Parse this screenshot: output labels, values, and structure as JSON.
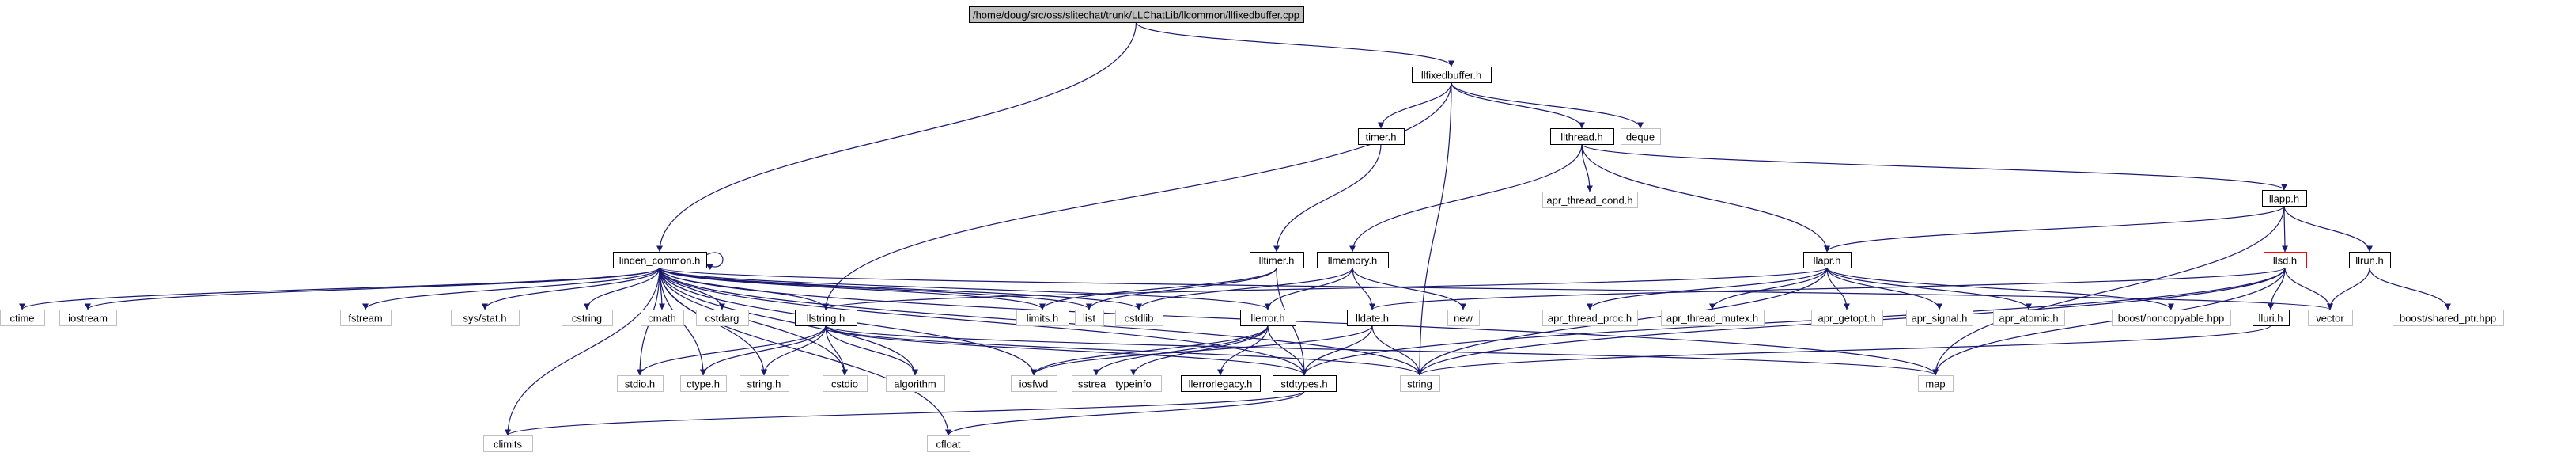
{
  "nodes": [
    {
      "id": "root",
      "label": "/home/doug/src/oss/slitechat/trunk/LLChatLib/llcommon/llfixedbuffer.cpp",
      "style": "root"
    },
    {
      "id": "llfixedbuffer",
      "label": "llfixedbuffer.h",
      "style": "main"
    },
    {
      "id": "linden_common",
      "label": "linden_common.h",
      "style": "main"
    },
    {
      "id": "timer",
      "label": "timer.h",
      "style": "main"
    },
    {
      "id": "llthread",
      "label": "llthread.h",
      "style": "main"
    },
    {
      "id": "deque",
      "label": "deque",
      "style": "ext"
    },
    {
      "id": "apr_thread_cond",
      "label": "apr_thread_cond.h",
      "style": "ext"
    },
    {
      "id": "llapp",
      "label": "llapp.h",
      "style": "main"
    },
    {
      "id": "lltimer",
      "label": "lltimer.h",
      "style": "main"
    },
    {
      "id": "llmemory",
      "label": "llmemory.h",
      "style": "main"
    },
    {
      "id": "llapr",
      "label": "llapr.h",
      "style": "main"
    },
    {
      "id": "llsd",
      "label": "llsd.h",
      "style": "red"
    },
    {
      "id": "llrun",
      "label": "llrun.h",
      "style": "main"
    },
    {
      "id": "ctime",
      "label": "ctime",
      "style": "ext"
    },
    {
      "id": "iostream",
      "label": "iostream",
      "style": "ext"
    },
    {
      "id": "fstream",
      "label": "fstream",
      "style": "ext"
    },
    {
      "id": "sysstat",
      "label": "sys/stat.h",
      "style": "ext"
    },
    {
      "id": "cstring",
      "label": "cstring",
      "style": "ext"
    },
    {
      "id": "cmath",
      "label": "cmath",
      "style": "ext"
    },
    {
      "id": "cstdarg",
      "label": "cstdarg",
      "style": "ext"
    },
    {
      "id": "llstring",
      "label": "llstring.h",
      "style": "main"
    },
    {
      "id": "limits",
      "label": "limits.h",
      "style": "ext"
    },
    {
      "id": "list",
      "label": "list",
      "style": "ext"
    },
    {
      "id": "cstdlib",
      "label": "cstdlib",
      "style": "ext"
    },
    {
      "id": "llerror",
      "label": "llerror.h",
      "style": "main"
    },
    {
      "id": "lldate",
      "label": "lldate.h",
      "style": "main"
    },
    {
      "id": "new",
      "label": "new",
      "style": "ext"
    },
    {
      "id": "apr_thread_proc",
      "label": "apr_thread_proc.h",
      "style": "ext"
    },
    {
      "id": "apr_thread_mutex",
      "label": "apr_thread_mutex.h",
      "style": "ext"
    },
    {
      "id": "apr_getopt",
      "label": "apr_getopt.h",
      "style": "ext"
    },
    {
      "id": "apr_signal",
      "label": "apr_signal.h",
      "style": "ext"
    },
    {
      "id": "apr_atomic",
      "label": "apr_atomic.h",
      "style": "ext"
    },
    {
      "id": "boost_noncopyable",
      "label": "boost/noncopyable.hpp",
      "style": "ext"
    },
    {
      "id": "vector",
      "label": "vector",
      "style": "ext"
    },
    {
      "id": "boost_shared_ptr",
      "label": "boost/shared_ptr.hpp",
      "style": "ext"
    },
    {
      "id": "lluri",
      "label": "lluri.h",
      "style": "main"
    },
    {
      "id": "stdio",
      "label": "stdio.h",
      "style": "ext"
    },
    {
      "id": "ctype",
      "label": "ctype.h",
      "style": "ext"
    },
    {
      "id": "stringh",
      "label": "string.h",
      "style": "ext"
    },
    {
      "id": "cstdio",
      "label": "cstdio",
      "style": "ext"
    },
    {
      "id": "algorithm",
      "label": "algorithm",
      "style": "ext"
    },
    {
      "id": "iosfwd",
      "label": "iosfwd",
      "style": "ext"
    },
    {
      "id": "sstream",
      "label": "sstream",
      "style": "ext"
    },
    {
      "id": "typeinfo",
      "label": "typeinfo",
      "style": "ext"
    },
    {
      "id": "llerrorlegacy",
      "label": "llerrorlegacy.h",
      "style": "main"
    },
    {
      "id": "stdtypes",
      "label": "stdtypes.h",
      "style": "main"
    },
    {
      "id": "string",
      "label": "string",
      "style": "ext"
    },
    {
      "id": "map",
      "label": "map",
      "style": "ext"
    },
    {
      "id": "climits",
      "label": "climits",
      "style": "ext"
    },
    {
      "id": "cfloat",
      "label": "cfloat",
      "style": "ext"
    }
  ],
  "edges": [
    [
      "root",
      "llfixedbuffer"
    ],
    [
      "root",
      "linden_common"
    ],
    [
      "llfixedbuffer",
      "timer"
    ],
    [
      "llfixedbuffer",
      "llthread"
    ],
    [
      "llfixedbuffer",
      "deque"
    ],
    [
      "llfixedbuffer",
      "llstring"
    ],
    [
      "llfixedbuffer",
      "string"
    ],
    [
      "timer",
      "lltimer"
    ],
    [
      "llthread",
      "apr_thread_cond"
    ],
    [
      "llthread",
      "llapp"
    ],
    [
      "llthread",
      "llmemory"
    ],
    [
      "llthread",
      "llapr"
    ],
    [
      "llapp",
      "llsd"
    ],
    [
      "llapp",
      "llrun"
    ],
    [
      "llapp",
      "llapr"
    ],
    [
      "llapp",
      "map"
    ],
    [
      "linden_common",
      "linden_common"
    ],
    [
      "linden_common",
      "ctime"
    ],
    [
      "linden_common",
      "iostream"
    ],
    [
      "linden_common",
      "fstream"
    ],
    [
      "linden_common",
      "sysstat"
    ],
    [
      "linden_common",
      "cstring"
    ],
    [
      "linden_common",
      "cmath"
    ],
    [
      "linden_common",
      "cstdarg"
    ],
    [
      "linden_common",
      "llstring"
    ],
    [
      "linden_common",
      "limits"
    ],
    [
      "linden_common",
      "list"
    ],
    [
      "linden_common",
      "cstdlib"
    ],
    [
      "linden_common",
      "llerror"
    ],
    [
      "linden_common",
      "vector"
    ],
    [
      "linden_common",
      "map"
    ],
    [
      "linden_common",
      "stdtypes"
    ],
    [
      "linden_common",
      "string"
    ],
    [
      "linden_common",
      "stdio"
    ],
    [
      "linden_common",
      "ctype"
    ],
    [
      "linden_common",
      "stringh"
    ],
    [
      "linden_common",
      "cstdio"
    ],
    [
      "linden_common",
      "algorithm"
    ],
    [
      "linden_common",
      "iosfwd"
    ],
    [
      "linden_common",
      "climits"
    ],
    [
      "linden_common",
      "cfloat"
    ],
    [
      "lltimer",
      "limits"
    ],
    [
      "lltimer",
      "list"
    ],
    [
      "lltimer",
      "stdtypes"
    ],
    [
      "llmemory",
      "cstdlib"
    ],
    [
      "llmemory",
      "llerror"
    ],
    [
      "llmemory",
      "new"
    ],
    [
      "llmemory",
      "lldate"
    ],
    [
      "llapr",
      "apr_thread_proc"
    ],
    [
      "llapr",
      "apr_thread_mutex"
    ],
    [
      "llapr",
      "apr_getopt"
    ],
    [
      "llapr",
      "apr_signal"
    ],
    [
      "llapr",
      "apr_atomic"
    ],
    [
      "llapr",
      "boost_noncopyable"
    ],
    [
      "llapr",
      "llstring"
    ],
    [
      "llapr",
      "string"
    ],
    [
      "llsd",
      "lldate"
    ],
    [
      "llsd",
      "lluri"
    ],
    [
      "llsd",
      "vector"
    ],
    [
      "llsd",
      "map"
    ],
    [
      "llsd",
      "string"
    ],
    [
      "llsd",
      "stdtypes"
    ],
    [
      "llrun",
      "vector"
    ],
    [
      "llrun",
      "boost_shared_ptr"
    ],
    [
      "lluri",
      "string"
    ],
    [
      "llstring",
      "stdio"
    ],
    [
      "llstring",
      "ctype"
    ],
    [
      "llstring",
      "stringh"
    ],
    [
      "llstring",
      "cstdio"
    ],
    [
      "llstring",
      "algorithm"
    ],
    [
      "llstring",
      "map"
    ],
    [
      "llstring",
      "string"
    ],
    [
      "llstring",
      "stdtypes"
    ],
    [
      "llerror",
      "sstream"
    ],
    [
      "llerror",
      "typeinfo"
    ],
    [
      "llerror",
      "llerrorlegacy"
    ],
    [
      "llerror",
      "stdtypes"
    ],
    [
      "llerror",
      "iosfwd"
    ],
    [
      "lldate",
      "stdtypes"
    ],
    [
      "lldate",
      "iosfwd"
    ],
    [
      "lldate",
      "string"
    ],
    [
      "stdtypes",
      "climits"
    ],
    [
      "stdtypes",
      "cfloat"
    ]
  ]
}
